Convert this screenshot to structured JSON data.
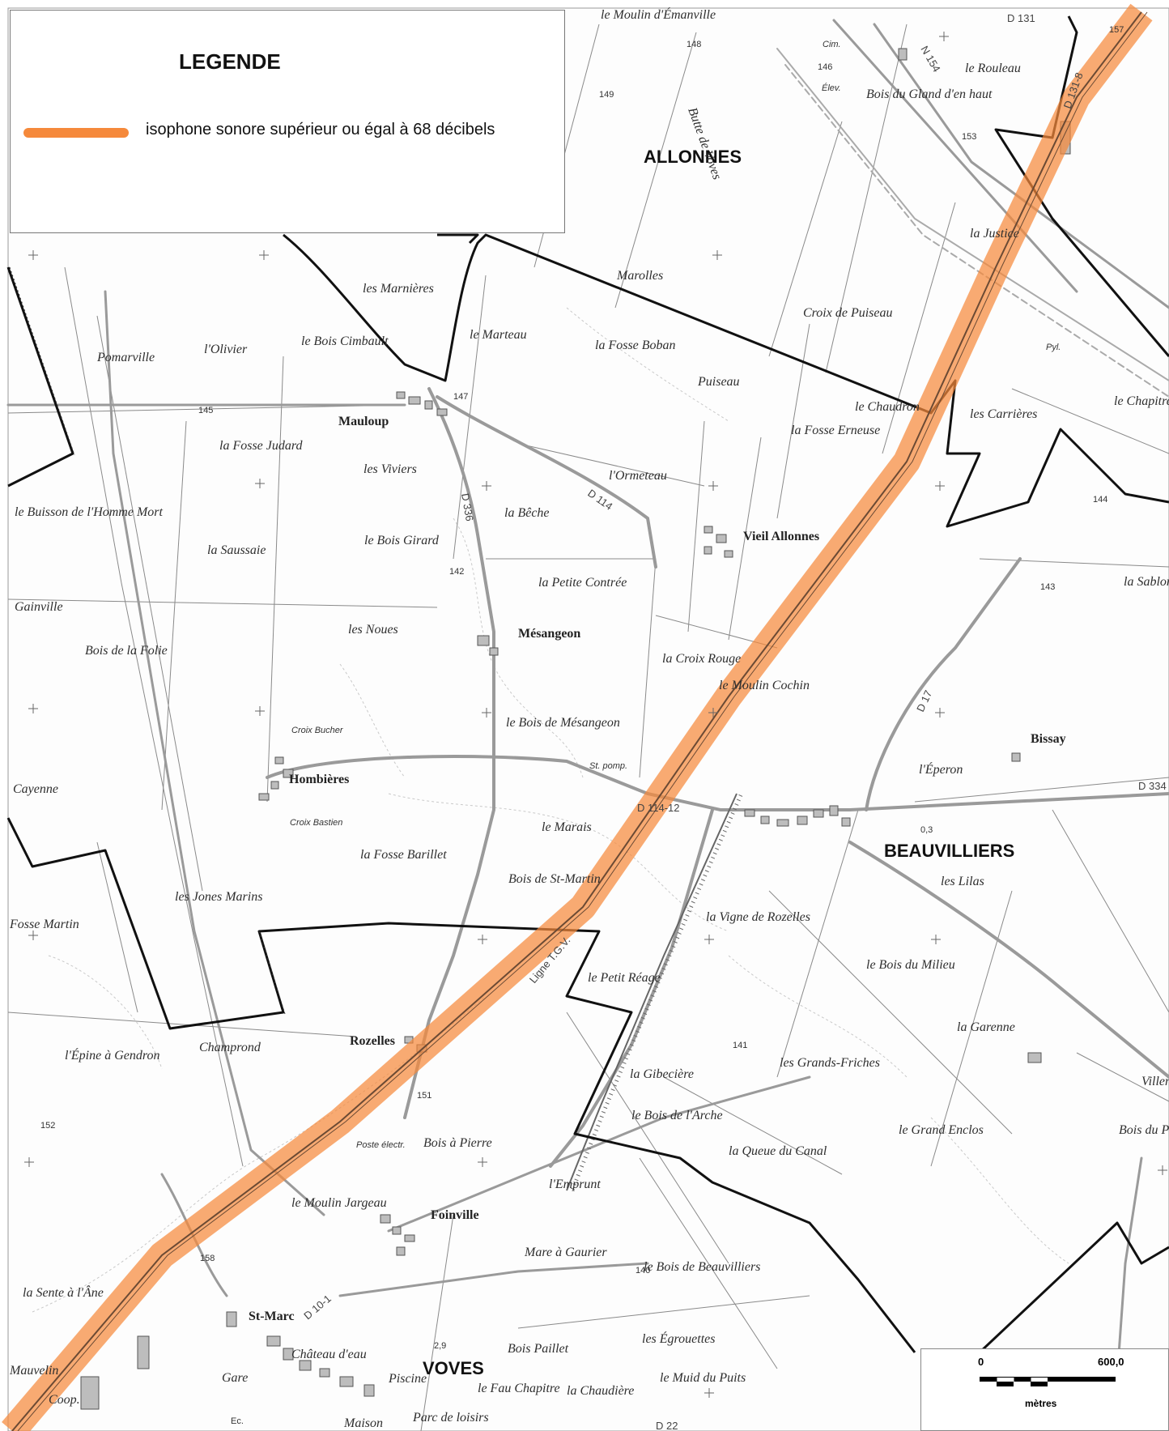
{
  "legend": {
    "title": "LEGENDE",
    "item_label": "isophone sonore supérieur ou égal à 68 décibels",
    "item_color": "#f5893b"
  },
  "scale": {
    "start": "0",
    "end": "600,0",
    "unit": "mètres"
  },
  "towns": {
    "allonnes": "ALLONNES",
    "beauvilliers": "BEAUVILLIERS",
    "voves": "VOVES"
  },
  "villages": {
    "mauloup": "Mauloup",
    "vieil_allonnes": "Vieil Allonnes",
    "mesangeon": "Mésangeon",
    "hombieres": "Hombières",
    "rozelles": "Rozelles",
    "foinville": "Foinville",
    "bissay": "Bissay",
    "st_marc": "St-Marc"
  },
  "places": [
    "le Moulin d'Émanville",
    "le Rouleau",
    "Bois du Gland d'en haut",
    "Butte de Voves",
    "Marolles",
    "les Marnières",
    "Pomarville",
    "l'Olivier",
    "le Bois Cimbault",
    "le Marteau",
    "la Fosse Boban",
    "Puiseau",
    "Croix de Puiseau",
    "la Justice",
    "le Chaudron",
    "les Carrières",
    "la Fosse Erneuse",
    "le Chapitre",
    "la Fosse Judard",
    "les Viviers",
    "l'Ormeteau",
    "la Bêche",
    "le Buisson de l'Homme Mort",
    "la Saussaie",
    "le Bois Girard",
    "la Petite Contrée",
    "Gainville",
    "les Noues",
    "Bois de la Folie",
    "la Croix Rouge",
    "le Moulin Cochin",
    "la Sablonnière",
    "Croix Bucher",
    "le Bois de Mésangeon",
    "l'Éperon",
    "Cayenne",
    "Croix Bastien",
    "le Marais",
    "la Fosse Barillet",
    "Bois de St-Martin",
    "les Lilas",
    "Fosse Martin",
    "les Jones Marins",
    "la Vigne de Rozelles",
    "le Bois du Milieu",
    "le Petit Réage",
    "la Garenne",
    "l'Épine à Gendron",
    "Champrond",
    "la Gibecière",
    "les Grands-Friches",
    "le Bois de l'Arche",
    "le Grand Enclos",
    "la Queue du Canal",
    "Bois du Pré",
    "Villeneuve la Vigne",
    "Poste électr.",
    "Bois à Pierre",
    "l'Emprunt",
    "le Moulin Jargeau",
    "Mare à Gaurier",
    "le Bois de Beauvilliers",
    "la Sente à l'Âne",
    "les Égrouettes",
    "le Muid du Puits",
    "Bois Paillet",
    "la Chaudière",
    "le Fau Chapitre",
    "Parc de loisirs",
    "Piscine",
    "Gare",
    "Coop.",
    "Château d'eau",
    "Mauvelin",
    "Ec.",
    "Maison"
  ],
  "roads": [
    "D 131",
    "D 131-8",
    "N 154",
    "D 336",
    "D 114",
    "D 114-12",
    "D 17",
    "D 334",
    "D 10-1",
    "D 22",
    "Ligne T.G.V.",
    "St. pomp.",
    "Pyl.",
    "Élev.",
    "Cim."
  ],
  "elevations": [
    "157",
    "146",
    "148",
    "149",
    "153",
    "147",
    "145",
    "144",
    "143",
    "142",
    "141",
    "140",
    "152",
    "151",
    "158"
  ],
  "elevation_markers": [
    "0,3",
    "2,9"
  ]
}
